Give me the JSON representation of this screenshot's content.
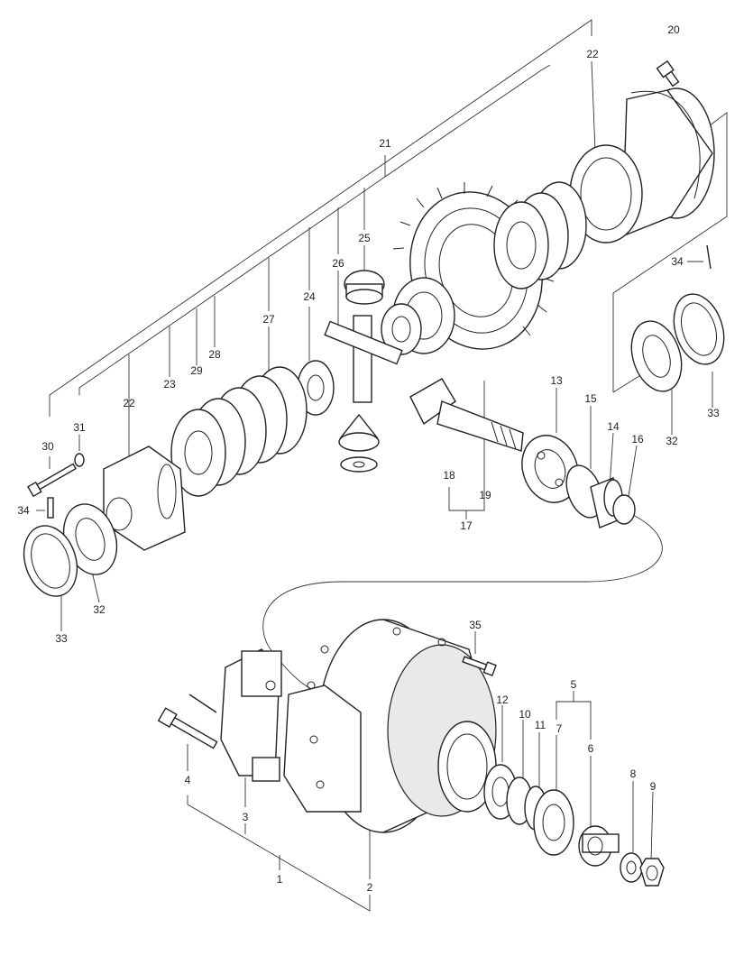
{
  "diagram": {
    "callouts": {
      "c1": "1",
      "c2": "2",
      "c3": "3",
      "c4": "4",
      "c5": "5",
      "c6": "6",
      "c7": "7",
      "c8": "8",
      "c9": "9",
      "c10": "10",
      "c11": "11",
      "c12": "12",
      "c13": "13",
      "c14": "14",
      "c15": "15",
      "c16": "16",
      "c17": "17",
      "c18": "18",
      "c19": "19",
      "c20": "20",
      "c21": "21",
      "c22a": "22",
      "c22b": "22",
      "c23": "23",
      "c24": "24",
      "c25": "25",
      "c26": "26",
      "c27": "27",
      "c28": "28",
      "c29": "29",
      "c30": "30",
      "c31": "31",
      "c32a": "32",
      "c32b": "32",
      "c33a": "33",
      "c33b": "33",
      "c34a": "34",
      "c34b": "34",
      "c35": "35"
    }
  },
  "colors": {
    "ink": "#222222",
    "shade": "#e9e9e9",
    "paper": "#ffffff"
  }
}
